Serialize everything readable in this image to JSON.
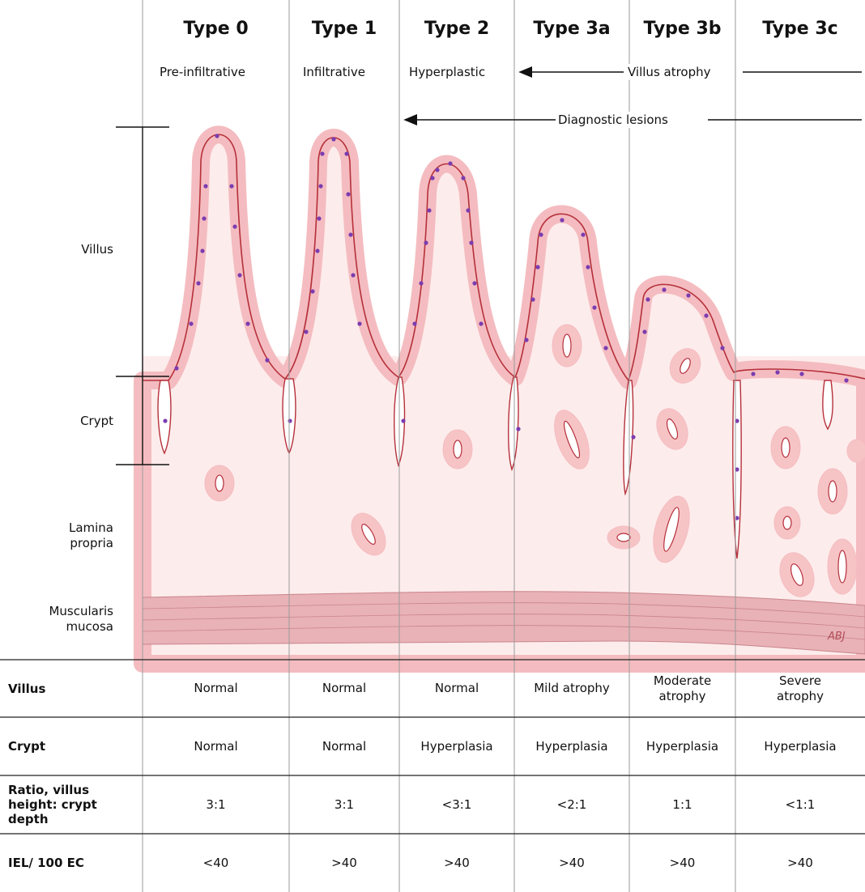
{
  "columns": [
    {
      "type": "Type 0",
      "category": "Pre-infiltrative",
      "villus": "Normal",
      "crypt": "Normal",
      "ratio": "3:1",
      "iel": "<40"
    },
    {
      "type": "Type 1",
      "category": "Infiltrative",
      "villus": "Normal",
      "crypt": "Normal",
      "ratio": "3:1",
      "iel": ">40"
    },
    {
      "type": "Type 2",
      "category": "Hyperplastic",
      "villus": "Normal",
      "crypt": "Hyperplasia",
      "ratio": "<3:1",
      "iel": ">40"
    },
    {
      "type": "Type 3a",
      "villus": "Mild atrophy",
      "crypt": "Hyperplasia",
      "ratio": "<2:1",
      "iel": ">40"
    },
    {
      "type": "Type 3b",
      "villus": "Moderate atrophy",
      "crypt": "Hyperplasia",
      "ratio": "1:1",
      "iel": ">40"
    },
    {
      "type": "Type 3c",
      "villus": "Severe atrophy",
      "crypt": "Hyperplasia",
      "ratio": "<1:1",
      "iel": ">40"
    }
  ],
  "arrows": {
    "villus_atrophy": "Villus atrophy",
    "diagnostic_lesions": "Diagnostic lesions"
  },
  "anatomy_labels": {
    "villus": "Villus",
    "crypt": "Crypt",
    "lamina_propria": "Lamina propria",
    "muscularis_mucosa": "Muscularis mucosa"
  },
  "row_labels": {
    "villus": "Villus",
    "crypt": "Crypt",
    "ratio": "Ratio, villus height: crypt depth",
    "iel": "IEL/ 100 EC"
  },
  "watermark": "ABJ",
  "colors": {
    "lamina_fill": "#fdecec",
    "epithelium_fill": "#f7c4c6",
    "epithelium_edge": "#b5303a",
    "nuclei": "#7b3cb0",
    "muscularis": "#e3a6ac",
    "grid": "#9a9a9a"
  }
}
